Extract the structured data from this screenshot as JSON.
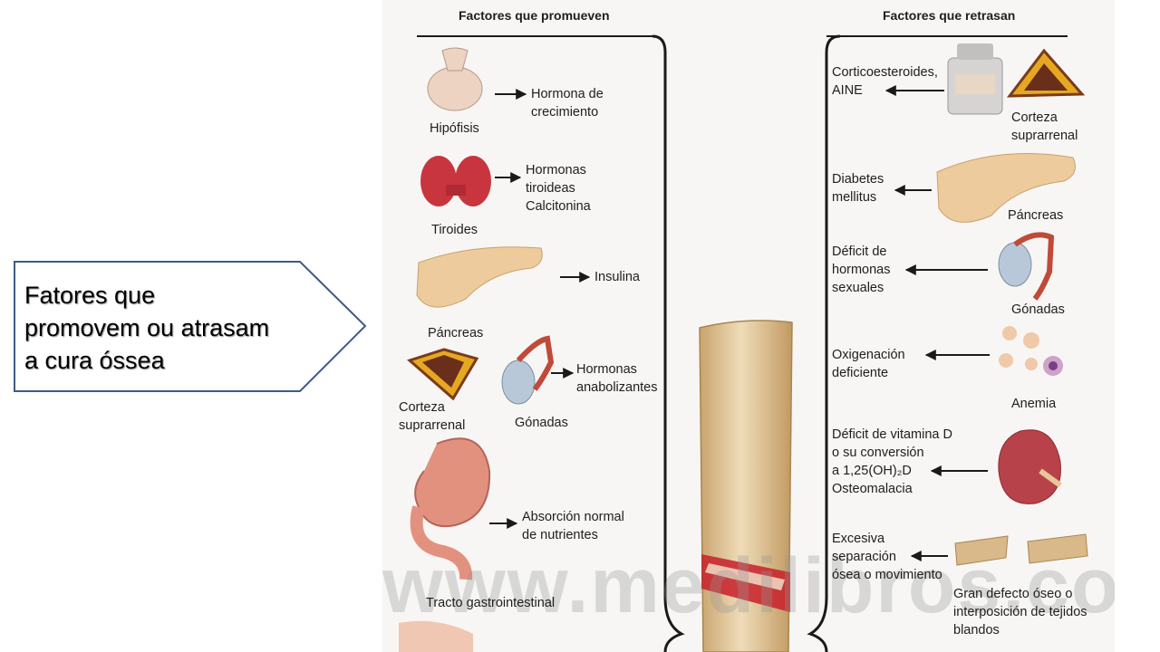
{
  "callout": {
    "text": "Fatores que\npromovem ou atrasam\na cura óssea"
  },
  "figure": {
    "promote_header": "Factores que promueven",
    "retard_header": "Factores que retrasan",
    "watermark": "www.medilibros.com",
    "promote": [
      {
        "organ": "Hipófisis",
        "effect": "Hormona de\ncrecimiento"
      },
      {
        "organ": "Tiroides",
        "effect": "Hormonas\ntiroideas\nCalcitonina"
      },
      {
        "organ": "Páncreas",
        "effect": "Insulina"
      },
      {
        "organ": "Corteza\nsuprarrenal",
        "effect": ""
      },
      {
        "organ": "Gónadas",
        "effect": "Hormonas\nanabolizantes"
      },
      {
        "organ": "Tracto gastrointestinal",
        "effect": "Absorción normal\nde nutrientes"
      }
    ],
    "retard": [
      {
        "organ": "Corteza\nsuprarrenal",
        "effect": "Corticoesteroides,\nAINE"
      },
      {
        "organ": "Páncreas",
        "effect": "Diabetes\nmellitus"
      },
      {
        "organ": "Gónadas",
        "effect": "Déficit de\nhormonas\nsexuales"
      },
      {
        "organ": "Anemia",
        "effect": "Oxigenación\ndeficiente"
      },
      {
        "organ": "",
        "effect": "Déficit de vitamina D\no su conversión\na 1,25(OH)₂D\nOsteomalacia"
      },
      {
        "organ": "Gran defecto óseo o\ninterposición de tejidos\nblandos",
        "effect": "Excesiva\nseparación\nósea o movimiento"
      }
    ]
  },
  "colors": {
    "callout_border": "#3f5a86",
    "bracket": "#1a1a1a",
    "bone": "#d9b98a",
    "blood": "#c8202a",
    "organ_pink": "#e8b8a0",
    "thyroid": "#c8353e"
  }
}
